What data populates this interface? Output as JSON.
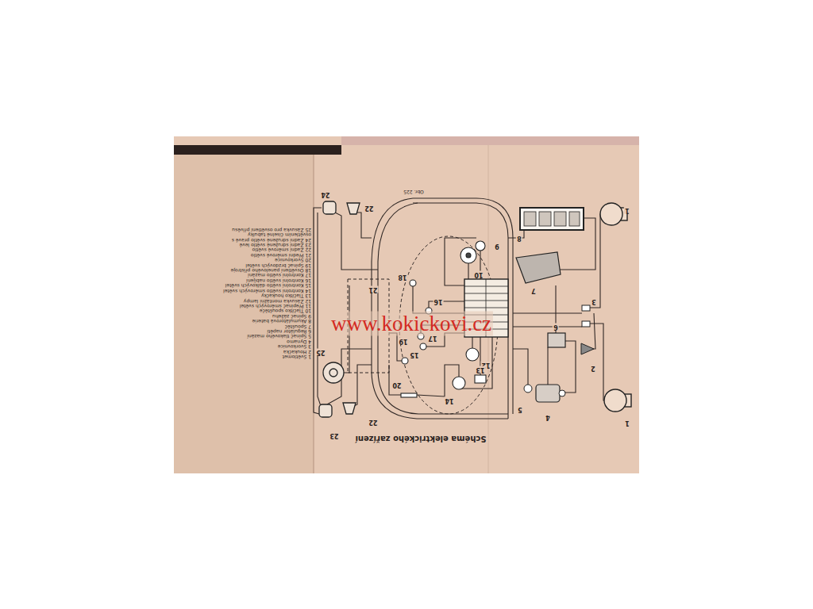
{
  "diagram": {
    "title": "Schéma elektrického zařízení",
    "labels": [
      "Obr. 225",
      "1",
      "1",
      "2",
      "3",
      "4",
      "5",
      "6",
      "7",
      "8",
      "9",
      "10",
      "12",
      "13",
      "14",
      "15",
      "16",
      "17",
      "18",
      "19",
      "20",
      "21",
      "22",
      "22",
      "23",
      "24",
      "25",
      "1 Světlomet",
      "2 Houkačka",
      "3 Svorkovnice",
      "4 Dynamo",
      "5 Spínač tlakového mazání",
      "6 Regulátor napětí",
      "7 Spouštěč",
      "8 Akumulátorová baterie",
      "9 Spínač zážehu",
      "10 Tlačítko spouštěče",
      "11 Přepínač směrových světel",
      "12 Zásuvka montážní lampy",
      "13 Tlačítko houkačky",
      "14 Kontrolní světlo směrových světel",
      "15 Kontrolní světlo dálkových světel",
      "16 Kontrolní světlo nabíjení",
      "17 Kontrolní světlo mazání",
      "18 Osvětlení panelového přístroje",
      "19 Spínač brzdových světel",
      "20 Svorkovnice",
      "21 Přední směrové světlo",
      "22 Zadní směrové světlo",
      "23 Zadní sdružené světlo levé",
      "24 Zadní sdružené světlo pravé s osvětlením číselné tabulky",
      "25 Zásuvka pro osvětlení přívěsu",
      "www.kokickovi.cz"
    ]
  }
}
